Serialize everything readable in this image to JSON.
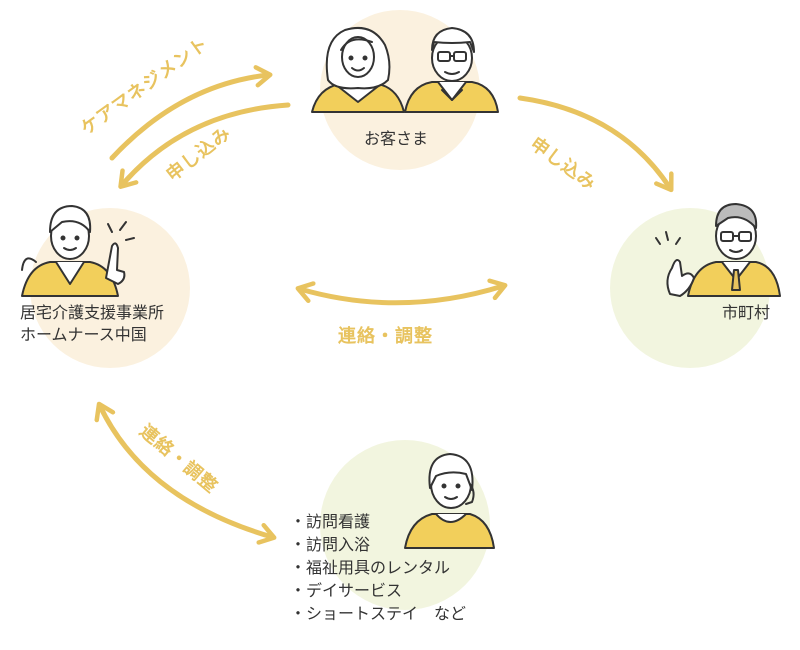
{
  "colors": {
    "accent": "#e8c35f",
    "beige_circle": "#fbf1df",
    "green_circle": "#f2f5df",
    "figure_yellow": "#f2cf5b",
    "line": "#333333"
  },
  "nodes": {
    "customer": {
      "label": "お客さま"
    },
    "care_office": {
      "label_line1": "居宅介護支援事業所",
      "label_line2": "ホームナース中国"
    },
    "municipality": {
      "label": "市町村"
    },
    "services": {
      "items": [
        "訪問看護",
        "訪問入浴",
        "福祉用具のレンタル",
        "デイサービス",
        "ショートステイ　など"
      ]
    }
  },
  "arrows": {
    "care_management": "ケアマネジメント",
    "apply_to_office": "申し込み",
    "apply_to_city": "申し込み",
    "contact_horizontal": "連絡・調整",
    "contact_diagonal": "連絡・調整"
  }
}
